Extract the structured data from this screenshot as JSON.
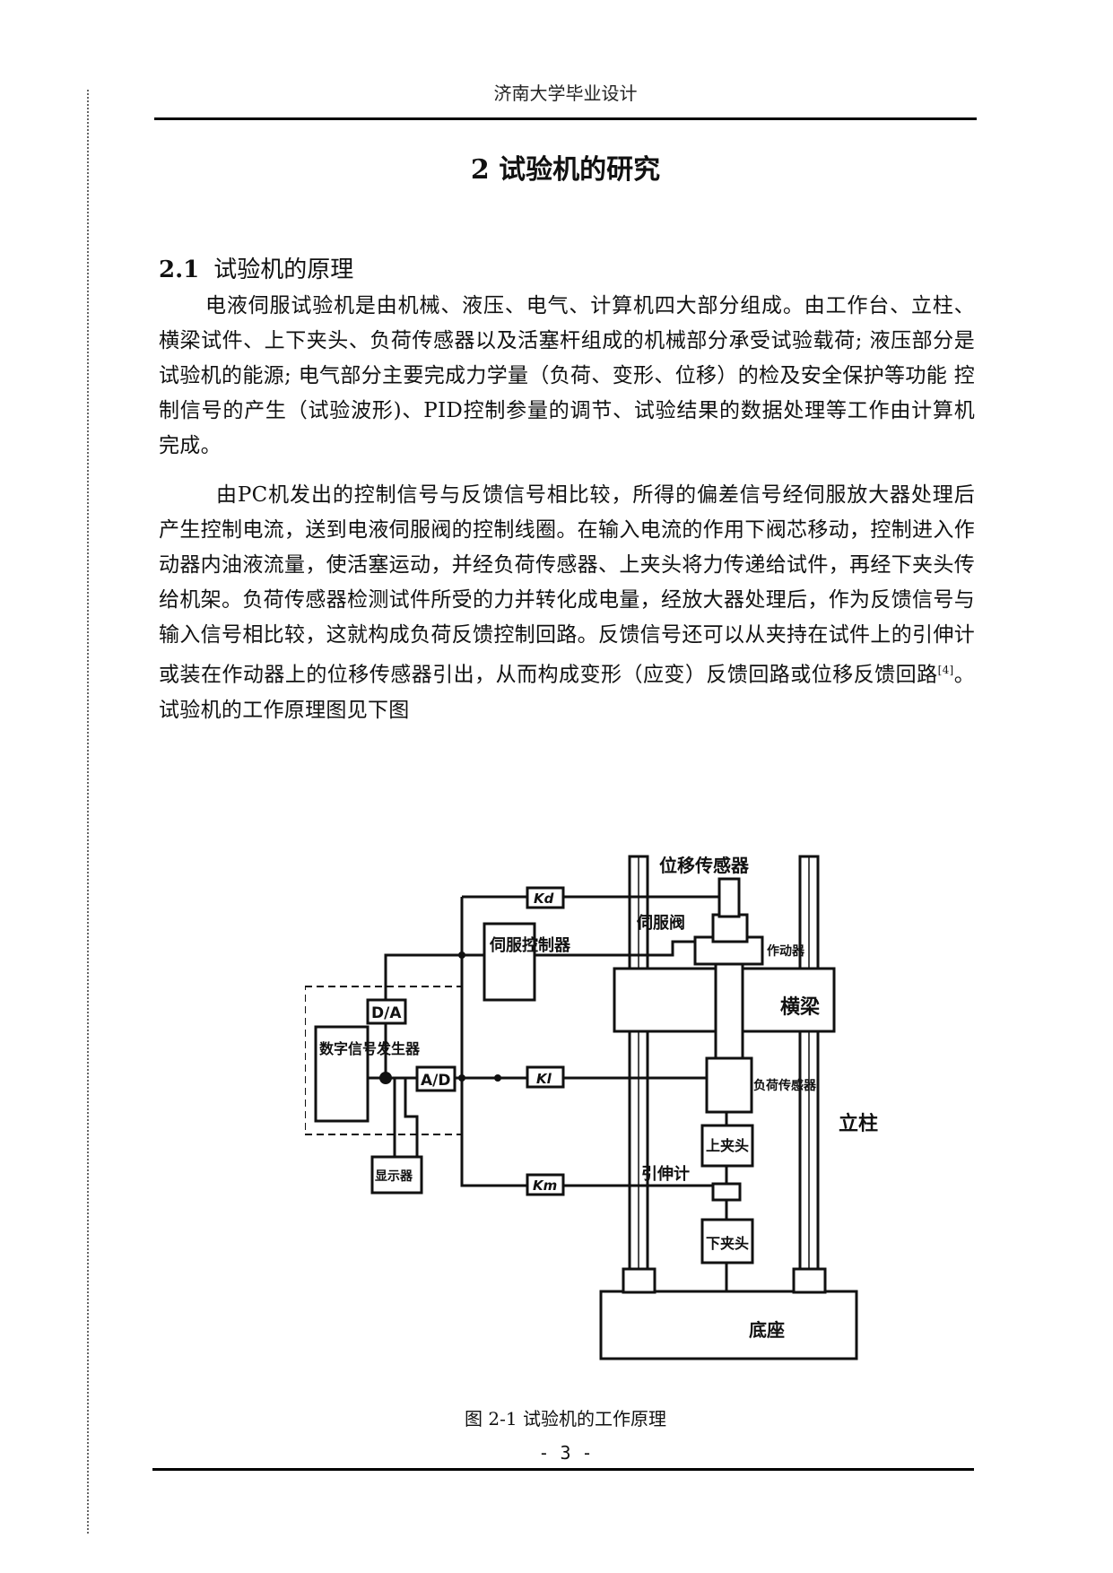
{
  "header": {
    "title": "济南大学毕业设计"
  },
  "chapter": {
    "title": "2  试验机的研究"
  },
  "section": {
    "number": "2.1",
    "title": "试验机的原理"
  },
  "body": {
    "p1": "电液伺服试验机是由机械、液压、电气、计算机四大部分组成。由工作台、立柱、横梁试件、上下夹头、负荷传感器以及活塞杆组成的机械部分承受试验载荷; 液压部分是试验机的能源; 电气部分主要完成力学量（负荷、变形、位移）的检及安全保护等功能 控制信号的产生（试验波形)、PID控制参量的调节、试验结果的数据处理等工作由计算机完成。",
    "p2_text": "由PC机发出的控制信号与反馈信号相比较，所得的偏差信号经伺服放大器处理后产生控制电流，送到电液伺服阀的控制线圈。在输入电流的作用下阀芯移动，控制进入作动器内油液流量，使活塞运动，并经负荷传感器、上夹头将力传递给试件，再经下夹头传给机架。负荷传感器检测试件所受的力并转化成电量，经放大器处理后，作为反馈信号与输入信号相比较，这就构成负荷反馈控制回路。反馈信号还可以从夹持在试件上的引伸计或装在作动器上的位移传感器引出，从而构成变形（应变）反馈回路或位移反馈回路",
    "p2_ref": "[4]",
    "p2_tail": "。试验机的工作原理图见下图"
  },
  "figure": {
    "labels": {
      "displacement_sensor": "位移传感器",
      "servo_valve": "伺服阀",
      "servo_controller": "伺服控制器",
      "actuator": "作动器",
      "crossbeam": "横梁",
      "da": "D/A",
      "ad": "A/D",
      "signal_generator": "数字信号发生器",
      "load_sensor": "负荷传感器",
      "upper_clamp": "上夹头",
      "column": "立柱",
      "display": "显示器",
      "extensometer": "引伸计",
      "lower_clamp": "下夹头",
      "base": "底座",
      "kd": "Kd",
      "kl": "Kl",
      "km": "Km"
    },
    "caption": "图 2-1 试验机的工作原理"
  },
  "footer": {
    "page": "- 3 -"
  }
}
